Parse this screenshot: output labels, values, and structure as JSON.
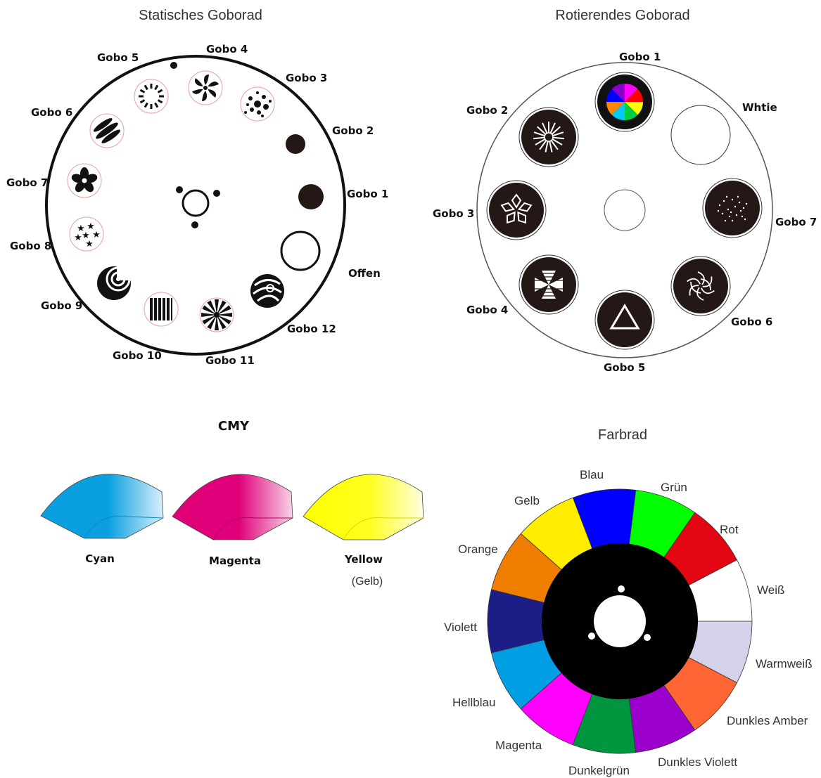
{
  "static_wheel": {
    "title": "Statisches Goborad",
    "labels": {
      "offen": "Offen",
      "gobo1": "Gobo 1",
      "gobo2": "Gobo 2",
      "gobo3": "Gobo 3",
      "gobo4": "Gobo 4",
      "gobo5": "Gobo 5",
      "gobo6": "Gobo 6",
      "gobo7": "Gobo 7",
      "gobo8": "Gobo 8",
      "gobo9": "Gobo 9",
      "gobo10": "Gobo 10",
      "gobo11": "Gobo 11",
      "gobo12": "Gobo 12"
    }
  },
  "rotating_wheel": {
    "title": "Rotierendes Goborad",
    "labels": {
      "gobo1": "Gobo 1",
      "whtie": "Whtie",
      "gobo2": "Gobo 2",
      "gobo3": "Gobo 3",
      "gobo4": "Gobo 4",
      "gobo5": "Gobo 5",
      "gobo6": "Gobo 6",
      "gobo7": "Gobo 7"
    }
  },
  "cmy": {
    "title": "CMY",
    "cyan": {
      "label": "Cyan",
      "color": "#0aa0e0"
    },
    "magenta": {
      "label": "Magenta",
      "color": "#e0007a"
    },
    "yellow": {
      "label": "Yellow",
      "sub": "(Gelb)",
      "color": "#ffff00"
    }
  },
  "color_wheel": {
    "title": "Farbrad",
    "segments": [
      {
        "label": "Weiß",
        "color": "#ffffff"
      },
      {
        "label": "Rot",
        "color": "#e30613"
      },
      {
        "label": "Grün",
        "color": "#00ff00"
      },
      {
        "label": "Blau",
        "color": "#0000ff"
      },
      {
        "label": "Gelb",
        "color": "#ffed00"
      },
      {
        "label": "Orange",
        "color": "#ef7d00"
      },
      {
        "label": "Violett",
        "color": "#1d1d87"
      },
      {
        "label": "Hellblau",
        "color": "#009fe3"
      },
      {
        "label": "Magenta",
        "color": "#ff00ff"
      },
      {
        "label": "Dunkelgrün",
        "color": "#009640"
      },
      {
        "label": "Dunkles Violett",
        "color": "#9b00cc"
      },
      {
        "label": "Dunkles Amber",
        "color": "#ff6633"
      },
      {
        "label": "Warmweiß",
        "color": "#d4d2ea"
      }
    ]
  }
}
